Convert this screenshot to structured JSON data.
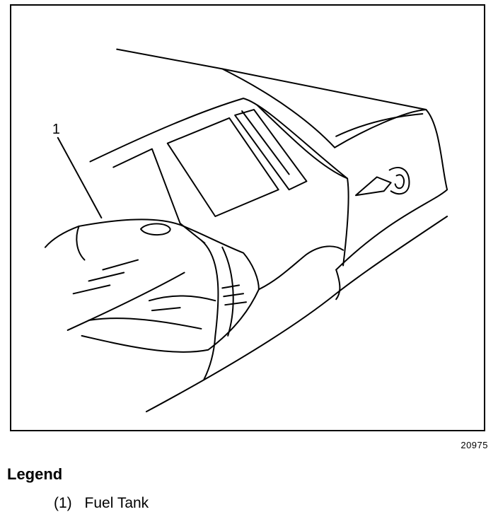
{
  "figure": {
    "callout": "1",
    "figure_number": "20975"
  },
  "legend": {
    "title": "Legend",
    "items": [
      {
        "number": "(1)",
        "label": "Fuel Tank"
      }
    ]
  },
  "colors": {
    "line": "#000000",
    "background": "#ffffff"
  }
}
